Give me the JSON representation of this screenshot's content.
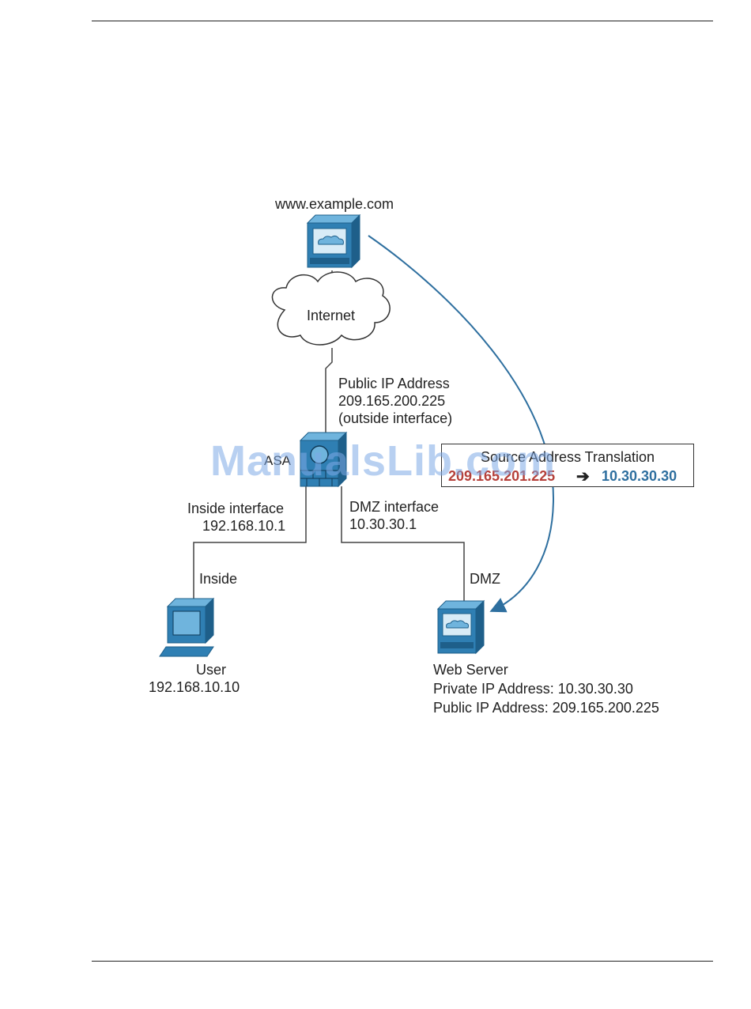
{
  "nodes": {
    "internet_server": {
      "label": "www.example.com"
    },
    "cloud": {
      "label": "Internet"
    },
    "firewall": {
      "label": "ASA"
    },
    "user": {
      "label": "User",
      "ip": "192.168.10.10"
    },
    "web_server": {
      "label": "Web Server",
      "private_ip": "Private IP Address: 10.30.30.30",
      "public_ip": "Public IP Address: 209.165.200.225"
    }
  },
  "interfaces": {
    "outside": {
      "line1": "Public IP Address",
      "line2": "209.165.200.225",
      "line3": "(outside interface)"
    },
    "inside": {
      "label": "Inside interface",
      "ip": "192.168.10.1"
    },
    "dmz": {
      "label": "DMZ interface",
      "ip": "10.30.30.1"
    }
  },
  "segments": {
    "inside": "Inside",
    "dmz": "DMZ"
  },
  "nat": {
    "title": "Source Address Translation",
    "from": "209.165.201.225",
    "arrow": "➔",
    "to": "10.30.30.30"
  },
  "watermark": "ManualsLib.com",
  "colors": {
    "device_blue": "#2f7fb3",
    "device_dark": "#1e5f8a",
    "flow_arrow": "#2e6f9f",
    "nat_from": "#b5403a",
    "nat_to": "#2e6f9f"
  }
}
